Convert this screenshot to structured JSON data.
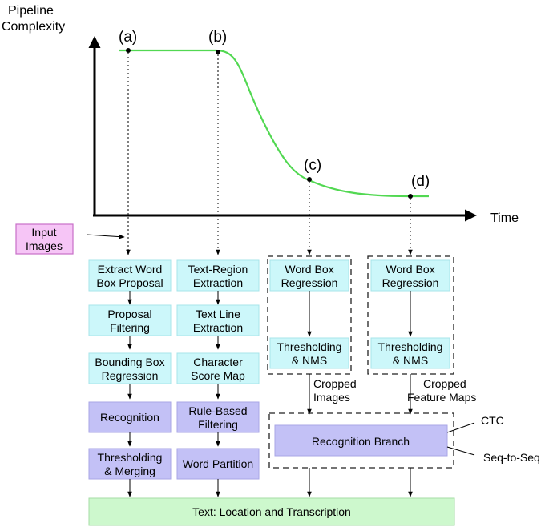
{
  "axes": {
    "y_label_line1": "Pipeline",
    "y_label_line2": "Complexity",
    "x_label": "Time"
  },
  "points": {
    "a": "(a)",
    "b": "(b)",
    "c": "(c)",
    "d": "(d)"
  },
  "input": {
    "line1": "Input",
    "line2": "Images"
  },
  "pipeline_a": [
    {
      "line1": "Extract Word",
      "line2": "Box Proposal",
      "style": "cyan"
    },
    {
      "line1": "Proposal",
      "line2": "Filtering",
      "style": "cyan"
    },
    {
      "line1": "Bounding Box",
      "line2": "Regression",
      "style": "cyan"
    },
    {
      "line1": "Recognition",
      "line2": "",
      "style": "purple"
    },
    {
      "line1": "Thresholding",
      "line2": "& Merging",
      "style": "purple"
    }
  ],
  "pipeline_b": [
    {
      "line1": "Text-Region",
      "line2": "Extraction",
      "style": "cyan"
    },
    {
      "line1": "Text Line",
      "line2": "Extraction",
      "style": "cyan"
    },
    {
      "line1": "Character",
      "line2": "Score Map",
      "style": "cyan"
    },
    {
      "line1": "Rule-Based",
      "line2": "Filtering",
      "style": "purple"
    },
    {
      "line1": "Word Partition",
      "line2": "",
      "style": "purple"
    }
  ],
  "pipeline_c": [
    {
      "line1": "Word Box",
      "line2": "Regression"
    },
    {
      "line1": "Thresholding",
      "line2": "& NMS"
    }
  ],
  "pipeline_d": [
    {
      "line1": "Word Box",
      "line2": "Regression"
    },
    {
      "line1": "Thresholding",
      "line2": "& NMS"
    }
  ],
  "transfer_c": {
    "line1": "Cropped",
    "line2": "Images"
  },
  "transfer_d": {
    "line1": "Cropped",
    "line2": "Feature Maps"
  },
  "recognition_branch": "Recognition Branch",
  "side_labels": {
    "ctc": "CTC",
    "seq": "Seq-to-Seq"
  },
  "output": "Text: Location and Transcription",
  "colors": {
    "cyan_box": "#ccf7fa",
    "purple_box": "#c3c1f6",
    "pink_box": "#f6c5f6",
    "green_box": "#cdf8cd",
    "curve": "#52d852"
  }
}
